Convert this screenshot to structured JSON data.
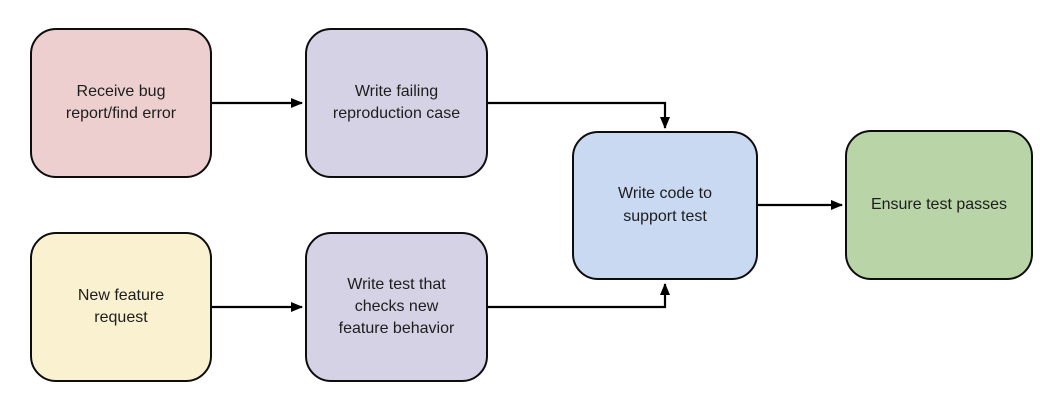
{
  "diagram": {
    "type": "flowchart",
    "background": "#ffffff",
    "stroke_color": "#000000",
    "text_color": "#1d1d1d",
    "nodes": [
      {
        "id": "receive-bug-report",
        "label": "Receive bug\nreport/find error",
        "fill": "#edcfcf"
      },
      {
        "id": "write-failing-reproduction-case",
        "label": "Write failing\nreproduction case",
        "fill": "#d6d2e6"
      },
      {
        "id": "new-feature-request",
        "label": "New feature\nrequest",
        "fill": "#faf1d0"
      },
      {
        "id": "write-test-checks-new-feature",
        "label": "Write test that\nchecks new\nfeature behavior",
        "fill": "#d6d2e6"
      },
      {
        "id": "write-code-to-support-test",
        "label": "Write code to\nsupport test",
        "fill": "#c9d9f2"
      },
      {
        "id": "ensure-test-passes",
        "label": "Ensure test passes",
        "fill": "#b9d4a7"
      }
    ],
    "edges": [
      {
        "from": "receive-bug-report",
        "to": "write-failing-reproduction-case"
      },
      {
        "from": "write-failing-reproduction-case",
        "to": "write-code-to-support-test"
      },
      {
        "from": "new-feature-request",
        "to": "write-test-checks-new-feature"
      },
      {
        "from": "write-test-checks-new-feature",
        "to": "write-code-to-support-test"
      },
      {
        "from": "write-code-to-support-test",
        "to": "ensure-test-passes"
      }
    ]
  }
}
